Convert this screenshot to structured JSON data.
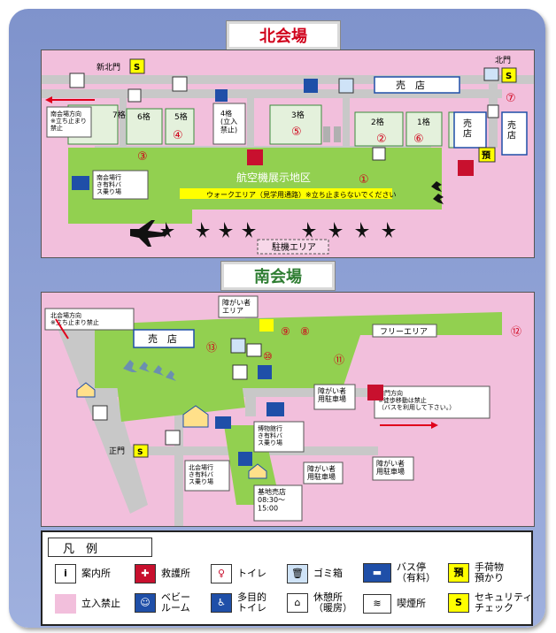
{
  "north": {
    "title": "北会場",
    "gates": {
      "new_north": "新北門",
      "north": "北門"
    },
    "hangars": [
      "7格",
      "6格",
      "5格",
      "4格\n(立入\n禁止)",
      "3格",
      "2格",
      "1格"
    ],
    "area_name": "航空機展示地区",
    "walk_area": "ウォークエリア（見学用通路）※立ち止まらないでください",
    "parking": "駐機エリア",
    "shops": [
      "売　店",
      "売\n店",
      "売\n店"
    ],
    "to_south": "南会場方向\n※立ち止まり\n禁止",
    "bus_stop": "南会場行\nき有料バ\nス乗り場",
    "numbers": [
      "①",
      "②",
      "③",
      "④",
      "⑤",
      "⑥",
      "⑦"
    ],
    "security": "S",
    "baggage": "預"
  },
  "south": {
    "title": "南会場",
    "to_north": "北会場方向\n※立ち止まり禁止",
    "shop": "売　店",
    "disabled_area": "障がい者\nエリア",
    "free_area": "フリーエリア",
    "disabled_parking_1": "障がい者\n用駐車場",
    "disabled_parking_2": "障がい者\n用駐車場",
    "disabled_parking_3": "障がい者\n用駐車場",
    "south_gate_dir": "南門方向\n※徒歩移動は禁止\n（バスを利用して下さい。）",
    "museum_bus": "博物館行\nき有料バ\nス乗り場",
    "north_bus": "北会場行\nき有料バ\nス乗り場",
    "base_shop": "基地売店\n08:30～\n15:00",
    "main_gate": "正門",
    "numbers": [
      "⑧",
      "⑨",
      "⑩",
      "⑪",
      "⑫",
      "⑬"
    ],
    "security": "S"
  },
  "legend": {
    "title": "凡　例",
    "items": [
      {
        "icon": "information-icon",
        "label": "案内所"
      },
      {
        "icon": "first-aid-icon",
        "label": "救護所"
      },
      {
        "icon": "toilet-icon",
        "label": "トイレ"
      },
      {
        "icon": "trash-icon",
        "label": "ゴミ箱"
      },
      {
        "icon": "bus-stop-icon",
        "label": "バス停\n（有料）"
      },
      {
        "icon": "baggage-icon",
        "label": "手荷物\n預かり",
        "glyph": "預"
      },
      {
        "icon": "no-entry-swatch-icon",
        "label": "立入禁止"
      },
      {
        "icon": "baby-room-icon",
        "label": "ベビー\nルーム"
      },
      {
        "icon": "accessible-toilet-icon",
        "label": "多目的\nトイレ"
      },
      {
        "icon": "rest-area-icon",
        "label": "休憩所\n（暖房）"
      },
      {
        "icon": "smoking-area-icon",
        "label": "喫煙所"
      },
      {
        "icon": "security-check-icon",
        "label": "セキュリティ\nチェック",
        "glyph": "S"
      }
    ]
  },
  "colors": {
    "frame": "#8fa2d6",
    "no_entry": "#f2bfdc",
    "display_area": "#92d050",
    "road": "#c8c8c8",
    "walk": "#ffff00",
    "title_north": "#d0021b",
    "title_south": "#2e7d32",
    "arrow": "#e0001b",
    "blue_icon": "#1f4fa8",
    "red_icon": "#c8102e"
  }
}
